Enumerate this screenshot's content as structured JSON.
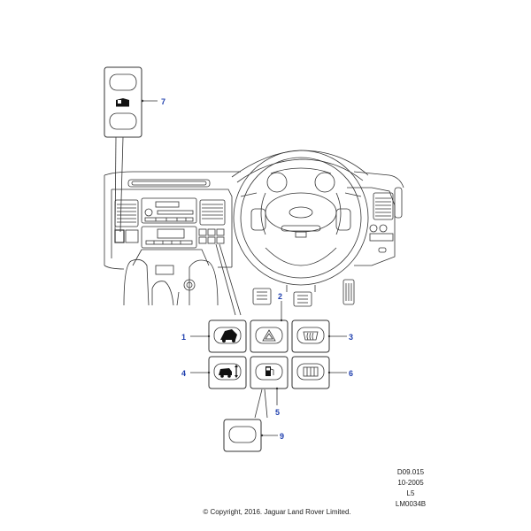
{
  "callouts": {
    "c1": "1",
    "c2": "2",
    "c3": "3",
    "c4": "4",
    "c5": "5",
    "c6": "6",
    "c7": "7",
    "c9": "9"
  },
  "meta": {
    "ref": "D09.015",
    "date": "10-2005",
    "sheet": "L5",
    "illustration": "LM0034B"
  },
  "copyright": "© Copyright, 2016. Jaguar Land Rover Limited.",
  "colors": {
    "callout": "#1f3fae",
    "line": "#333333"
  }
}
